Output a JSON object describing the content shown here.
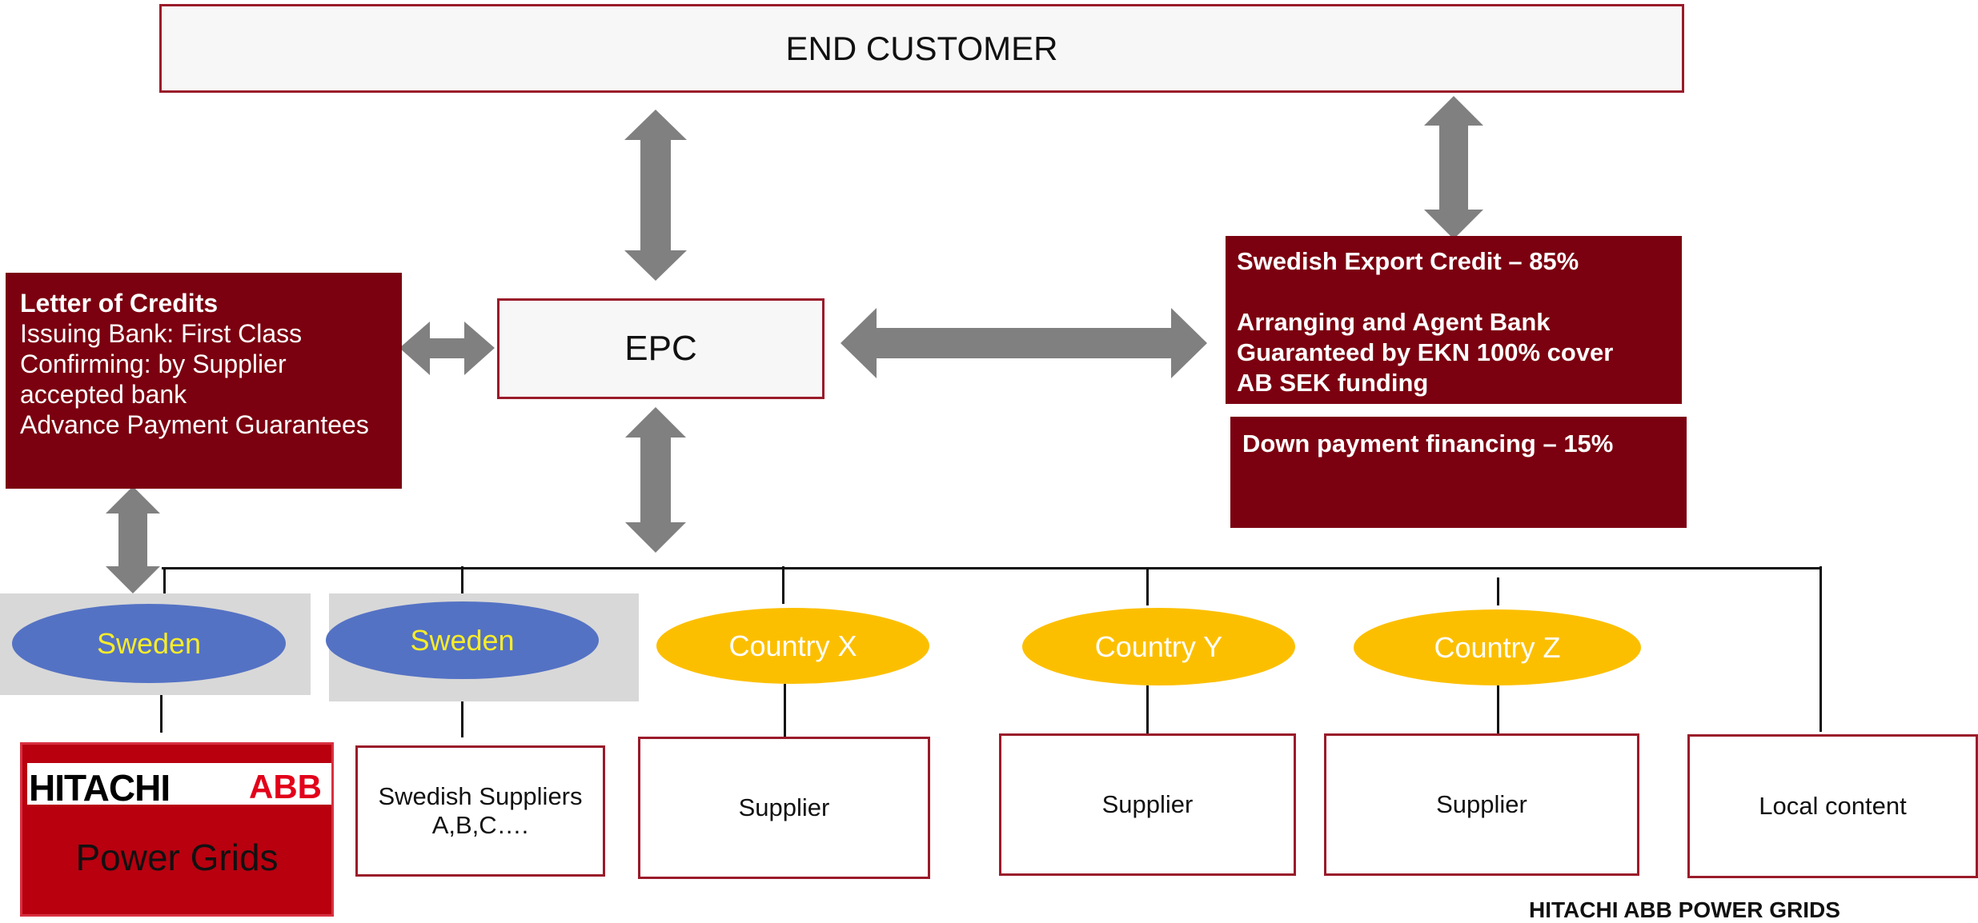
{
  "end_customer": "END CUSTOMER",
  "epc": "EPC",
  "letter_of_credits": {
    "title": "Letter of Credits",
    "lines": [
      "Issuing Bank: First Class",
      "Confirming: by Supplier",
      "accepted bank",
      "Advance Payment Guarantees"
    ]
  },
  "export_credit": {
    "title": "Swedish Export Credit – 85%",
    "lines": [
      "Arranging and Agent Bank",
      "Guaranteed by EKN 100% cover",
      "AB SEK funding"
    ]
  },
  "down_payment": "Down payment financing – 15%",
  "countries": {
    "sweden_1": "Sweden",
    "sweden_2": "Sweden",
    "x": "Country X",
    "y": "Country Y",
    "z": "Country Z"
  },
  "suppliers": {
    "swedish_line1": "Swedish Suppliers",
    "swedish_line2": "A,B,C….",
    "x": "Supplier",
    "y": "Supplier",
    "z": "Supplier",
    "local": "Local content"
  },
  "logo": {
    "hitachi": "HITACHI",
    "abb": "ABB",
    "power_grids": "Power Grids"
  },
  "footer": "HITACHI ABB POWER GRIDS",
  "colors": {
    "dark_red": "#7b0010",
    "border_red": "#9a1b2a",
    "arrow_grey": "#808080",
    "blue": "#5472c4",
    "yellow": "#fcbf00"
  }
}
